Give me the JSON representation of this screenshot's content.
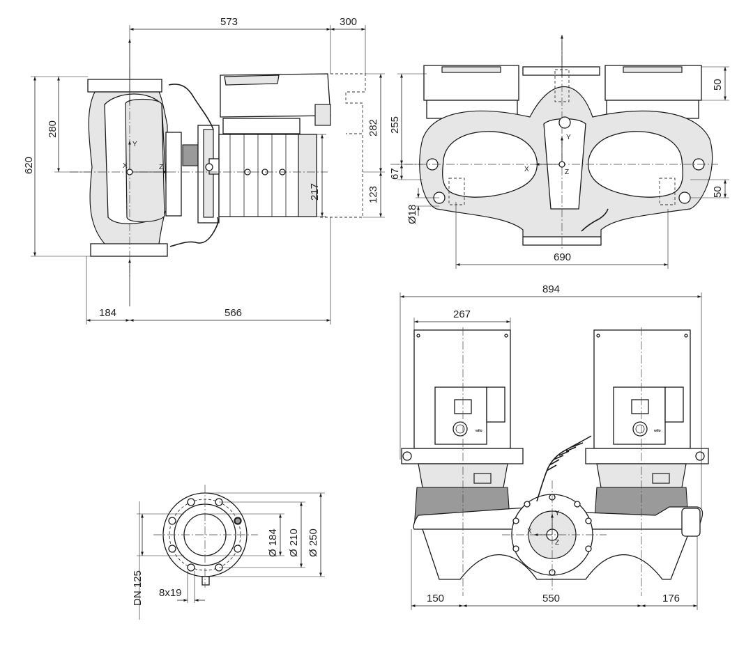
{
  "dimensions": {
    "side_top_left": "573",
    "side_top_right": "300",
    "side_total_height": "620",
    "side_upper_height": "280",
    "side_right_282": "282",
    "side_motor_217": "217",
    "side_right_123": "123",
    "side_bottom_left": "184",
    "side_bottom_right": "566",
    "top_height_255": "255",
    "top_height_67": "67",
    "top_hole": "Ø18",
    "top_right_upper": "50",
    "top_right_lower": "50",
    "top_width_690": "690",
    "front_total_width": "894",
    "front_module_width": "267",
    "front_bottom_left": "150",
    "front_bottom_middle": "550",
    "front_bottom_right": "176",
    "flange_d1": "Ø 184",
    "flange_d2": "Ø 210",
    "flange_d3": "Ø 250",
    "flange_dn": "DN 125",
    "flange_bolts": "8x19"
  },
  "axes": {
    "x": "X",
    "y": "Y",
    "z": "Z"
  },
  "brand": "wilo"
}
